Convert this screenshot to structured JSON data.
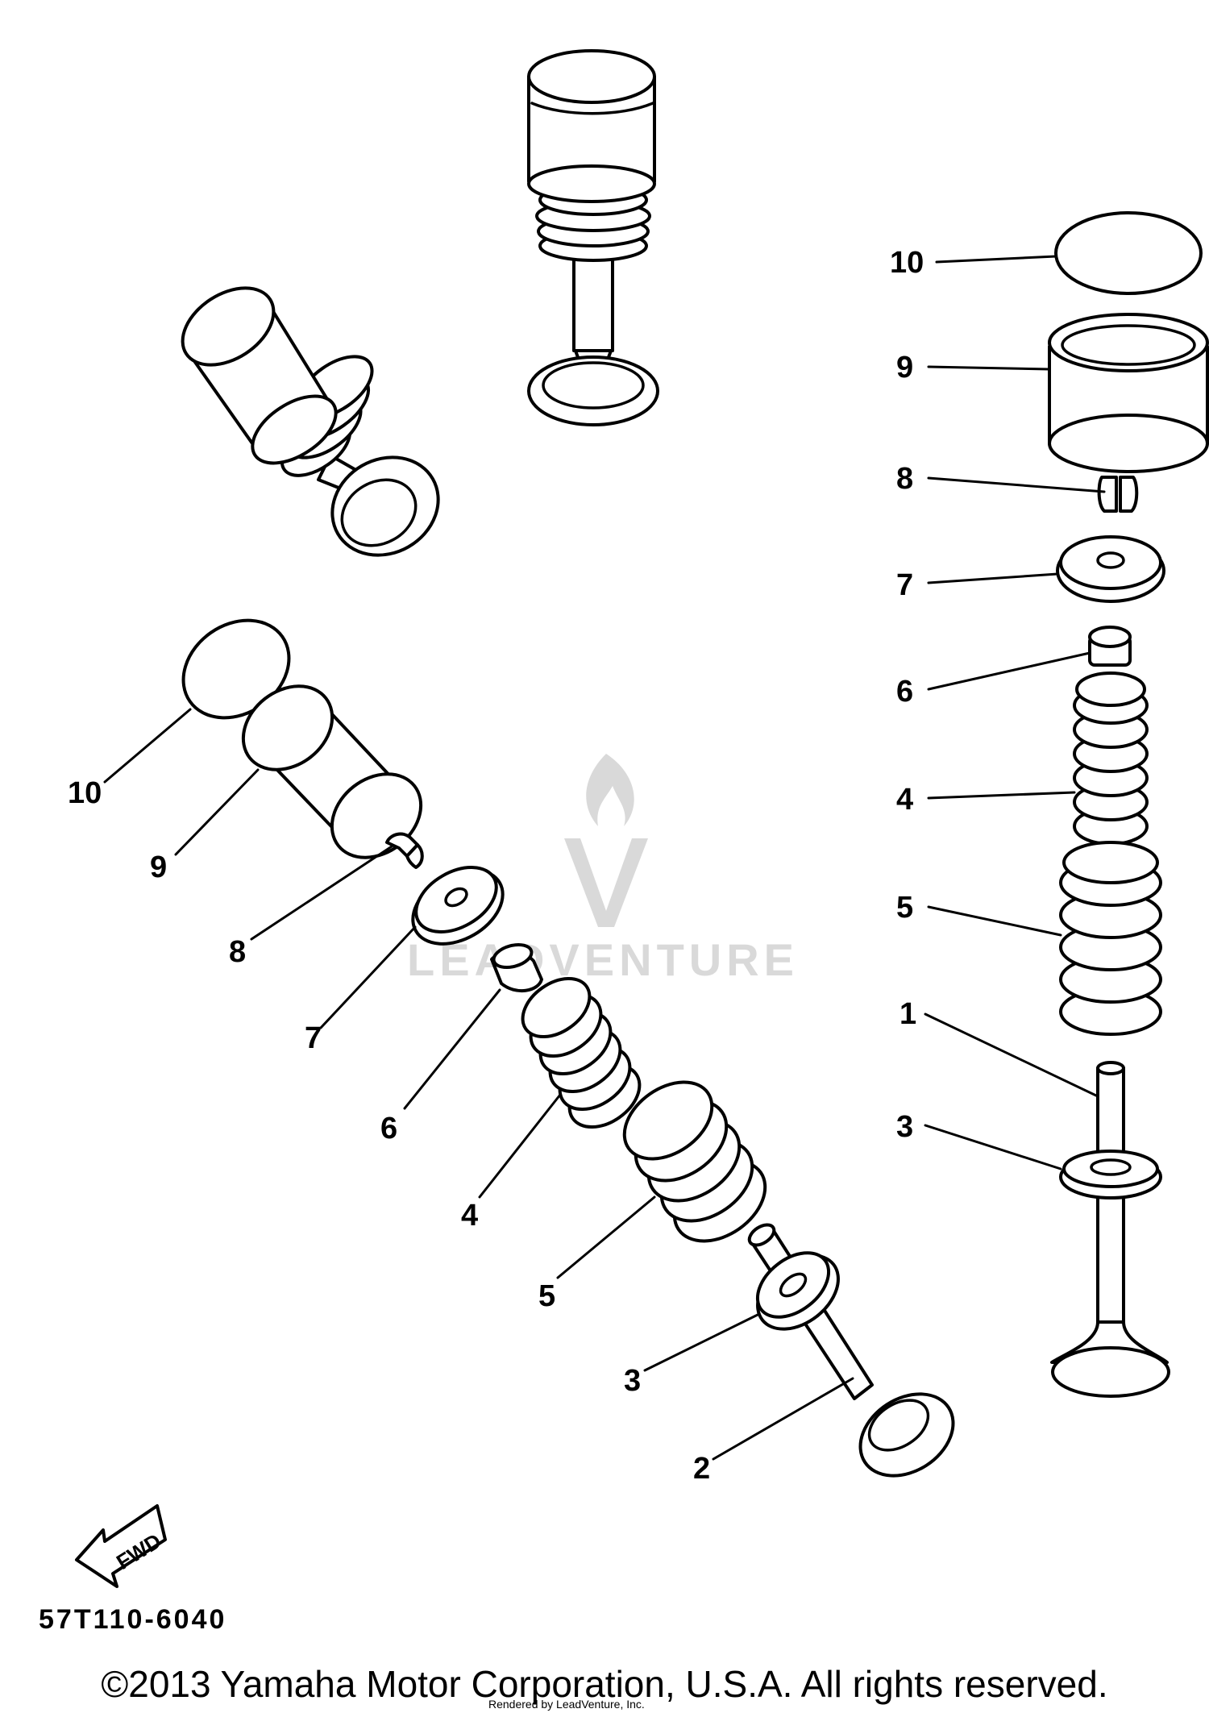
{
  "labels": {
    "right_10": "10",
    "right_9": "9",
    "right_8": "8",
    "right_7": "7",
    "right_6": "6",
    "right_4": "4",
    "right_5": "5",
    "right_1": "1",
    "right_3": "3",
    "left_10": "10",
    "left_9": "9",
    "left_8": "8",
    "left_7": "7",
    "left_6": "6",
    "left_4": "4",
    "left_5": "5",
    "left_3": "3",
    "left_2": "2"
  },
  "fwd_label": "FWD",
  "diagram_code": "57T110-6040",
  "watermark_text": "LEADVENTURE",
  "copyright": "©2013 Yamaha Motor Corporation, U.S.A. All rights reserved.",
  "rendered_by": "Rendered by LeadVenture, Inc."
}
